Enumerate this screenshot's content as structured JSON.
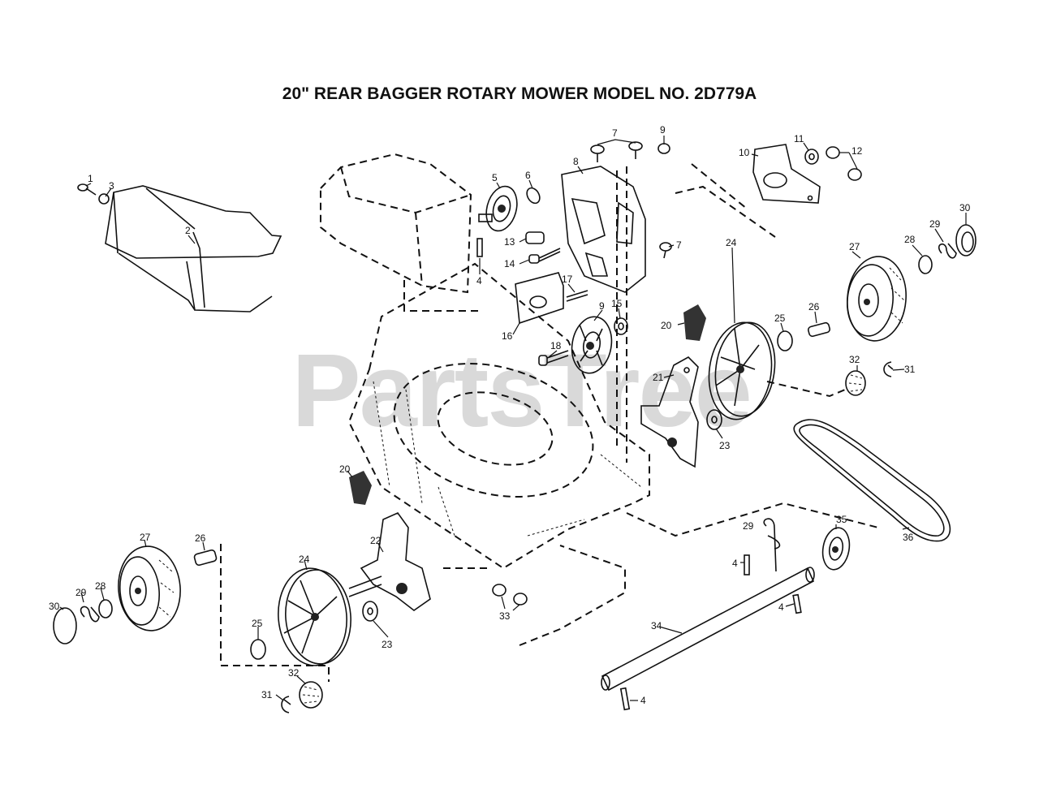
{
  "title": "20\" REAR BAGGER ROTARY MOWER MODEL NO. 2D779A",
  "watermark": "PartsTree",
  "callouts": [
    {
      "id": "c1",
      "text": "1"
    },
    {
      "id": "c2",
      "text": "2"
    },
    {
      "id": "c3",
      "text": "3"
    },
    {
      "id": "c4a",
      "text": "4"
    },
    {
      "id": "c4b",
      "text": "4"
    },
    {
      "id": "c4c",
      "text": "4"
    },
    {
      "id": "c4d",
      "text": "4"
    },
    {
      "id": "c5",
      "text": "5"
    },
    {
      "id": "c6",
      "text": "6"
    },
    {
      "id": "c7a",
      "text": "7"
    },
    {
      "id": "c7b",
      "text": "7"
    },
    {
      "id": "c8",
      "text": "8"
    },
    {
      "id": "c9a",
      "text": "9"
    },
    {
      "id": "c9b",
      "text": "9"
    },
    {
      "id": "c10",
      "text": "10"
    },
    {
      "id": "c11",
      "text": "11"
    },
    {
      "id": "c12",
      "text": "12"
    },
    {
      "id": "c13",
      "text": "13"
    },
    {
      "id": "c14",
      "text": "14"
    },
    {
      "id": "c15",
      "text": "15"
    },
    {
      "id": "c16",
      "text": "16"
    },
    {
      "id": "c17",
      "text": "17"
    },
    {
      "id": "c18",
      "text": "18"
    },
    {
      "id": "c20a",
      "text": "20"
    },
    {
      "id": "c20b",
      "text": "20"
    },
    {
      "id": "c21",
      "text": "21"
    },
    {
      "id": "c22",
      "text": "22"
    },
    {
      "id": "c23a",
      "text": "23"
    },
    {
      "id": "c23b",
      "text": "23"
    },
    {
      "id": "c24a",
      "text": "24"
    },
    {
      "id": "c24b",
      "text": "24"
    },
    {
      "id": "c25a",
      "text": "25"
    },
    {
      "id": "c25b",
      "text": "25"
    },
    {
      "id": "c26a",
      "text": "26"
    },
    {
      "id": "c26b",
      "text": "26"
    },
    {
      "id": "c27a",
      "text": "27"
    },
    {
      "id": "c27b",
      "text": "27"
    },
    {
      "id": "c28a",
      "text": "28"
    },
    {
      "id": "c28b",
      "text": "28"
    },
    {
      "id": "c29a",
      "text": "29"
    },
    {
      "id": "c29b",
      "text": "29"
    },
    {
      "id": "c29c",
      "text": "29"
    },
    {
      "id": "c30a",
      "text": "30"
    },
    {
      "id": "c30b",
      "text": "30"
    },
    {
      "id": "c31a",
      "text": "31"
    },
    {
      "id": "c31b",
      "text": "31"
    },
    {
      "id": "c32a",
      "text": "32"
    },
    {
      "id": "c32b",
      "text": "32"
    },
    {
      "id": "c33",
      "text": "33"
    },
    {
      "id": "c34",
      "text": "34"
    },
    {
      "id": "c35",
      "text": "35"
    },
    {
      "id": "c36",
      "text": "36"
    }
  ]
}
